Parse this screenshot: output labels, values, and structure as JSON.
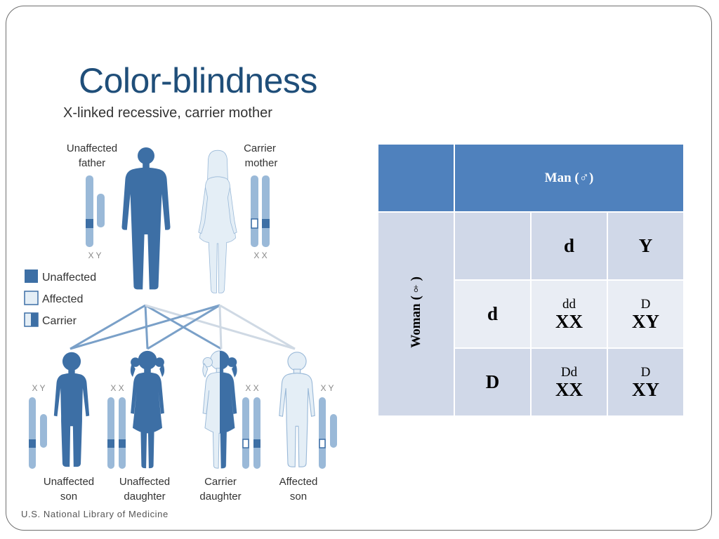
{
  "slide": {
    "title": "Color-blindness"
  },
  "pedigree": {
    "heading": "X-linked recessive, carrier mother",
    "father_label": [
      "Unaffected",
      "father"
    ],
    "mother_label": [
      "Carrier",
      "mother"
    ],
    "legend": [
      {
        "label": "Unaffected",
        "kind": "unaffected"
      },
      {
        "label": "Affected",
        "kind": "affected"
      },
      {
        "label": "Carrier",
        "kind": "carrier"
      }
    ],
    "children": [
      {
        "label": [
          "Unaffected",
          "son"
        ],
        "chromosomes": "X Y"
      },
      {
        "label": [
          "Unaffected",
          "daughter"
        ],
        "chromosomes": "X X"
      },
      {
        "label": [
          "Carrier",
          "daughter"
        ],
        "chromosomes": "X X"
      },
      {
        "label": [
          "Affected",
          "son"
        ],
        "chromosomes": "X Y"
      }
    ],
    "father_chromosomes": "X Y",
    "mother_chromosomes": "X X",
    "credit": "U.S. National Library of Medicine",
    "colors": {
      "dark": "#3d6fa5",
      "light": "#e4eef6",
      "chromosome": "#9ab9d8",
      "line": "#7aa0c8",
      "line_light": "#cfd9e4"
    }
  },
  "punnett": {
    "man_header": "Man (♂)",
    "woman_header": "Woman (♀)",
    "col_alleles": [
      "d",
      "Y"
    ],
    "rows": [
      {
        "allele": "d",
        "cells": [
          {
            "genotype": "dd",
            "chrom": "XX"
          },
          {
            "genotype": "D",
            "chrom": "XY"
          }
        ]
      },
      {
        "allele": "D",
        "cells": [
          {
            "genotype": "Dd",
            "chrom": "XX"
          },
          {
            "genotype": "D",
            "chrom": "XY"
          }
        ]
      }
    ],
    "colors": {
      "header": "#4f81bd",
      "cell_dark": "#d0d8e8",
      "cell_light": "#e9edf4"
    }
  }
}
